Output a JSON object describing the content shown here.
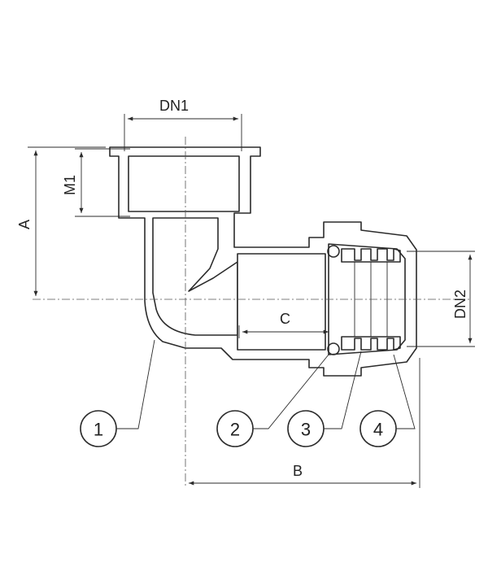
{
  "labels": {
    "dn1": "DN1",
    "dn2": "DN2",
    "m1": "M1",
    "a": "A",
    "b": "B",
    "c": "C"
  },
  "callouts": [
    "1",
    "2",
    "3",
    "4"
  ]
}
